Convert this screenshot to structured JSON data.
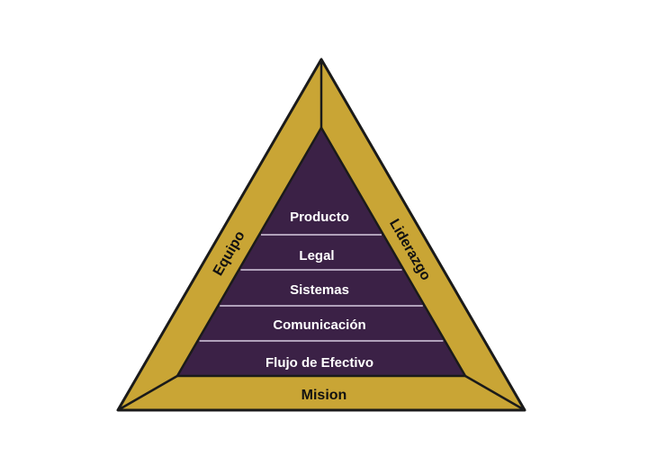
{
  "colors": {
    "frame": "#c9a535",
    "core": "#3b2146",
    "outline": "#1a1a1a",
    "divider": "#d8cce0"
  },
  "frame": {
    "left": "Equipo",
    "right": "Liderazgo",
    "bottom": "Mision"
  },
  "levels": [
    "Producto",
    "Legal",
    "Sistemas",
    "Comunicación",
    "Flujo de Efectivo"
  ]
}
